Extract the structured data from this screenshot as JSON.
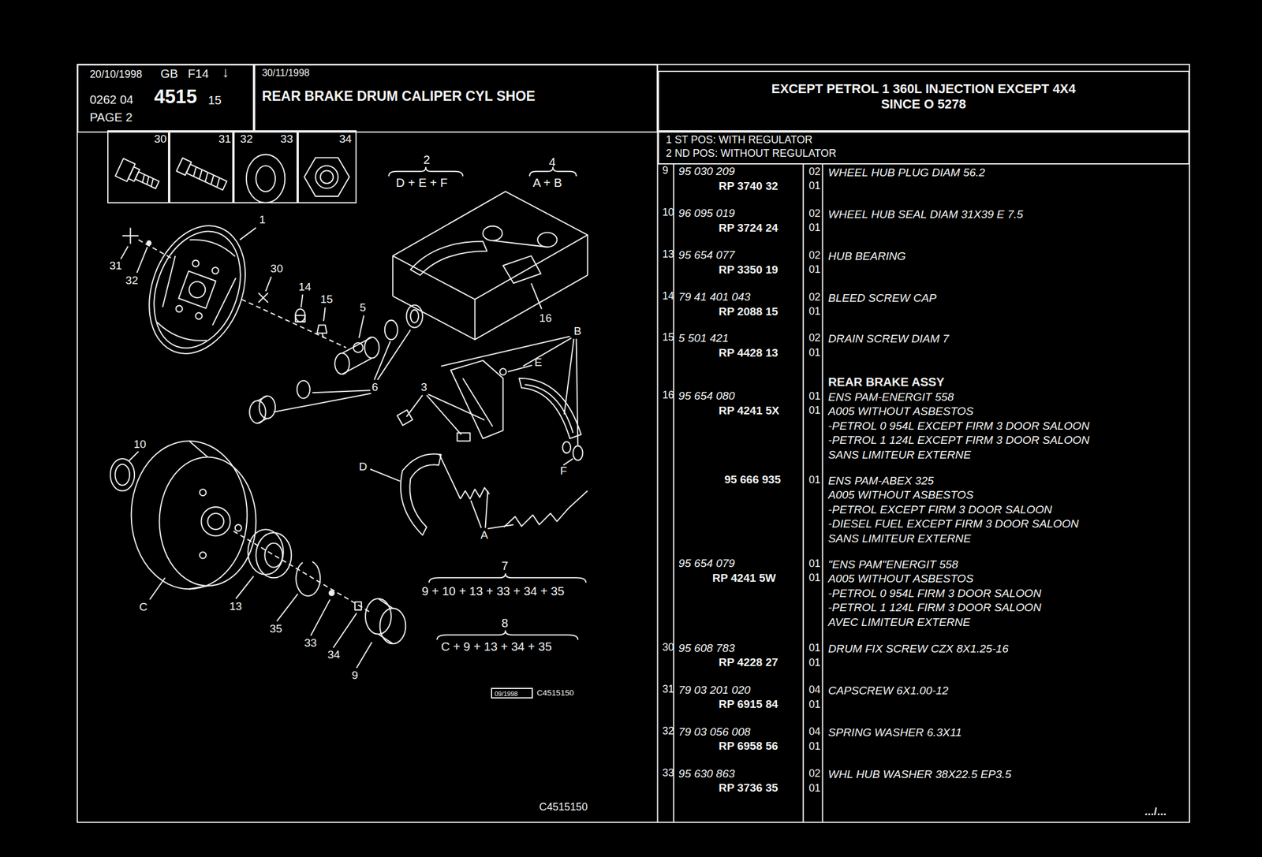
{
  "diagram": {
    "title": "REAR BRAKE DRUM CALIPER CYL SHOE",
    "nodes": [
      {
        "text": [
          "20/10/1998",
          "GB",
          "F14",
          "↓",
          "0262 04",
          "4515",
          "15",
          "PAGE 2"
        ]
      },
      {
        "text": [
          "30/11/1998"
        ]
      },
      {
        "text": [
          "EXCEPT PETROL 1 360L INJECTION EXCEPT 4X4",
          "SINCE O 5278"
        ]
      },
      {
        "text": [
          "1 ST POS: WITH REGULATOR",
          "2 ND POS: WITHOUT REGULATOR"
        ]
      },
      {
        "text": [
          "30"
        ]
      },
      {
        "text": [
          "31"
        ]
      },
      {
        "text": [
          "32",
          "33"
        ]
      },
      {
        "text": [
          "34"
        ]
      },
      {
        "text": [
          "09/1998"
        ]
      }
    ],
    "labels": [
      "1",
      "31",
      "32",
      "30",
      "14",
      "15",
      "5",
      "16",
      "B",
      "E",
      "6",
      "3",
      "D",
      "F",
      "A",
      "10",
      "C",
      "13",
      "35",
      "33",
      "34",
      "9",
      "2",
      "D + E + F",
      "4",
      "A + B",
      "7",
      "9 + 10 + 13 + 33 + 34 + 35",
      "8",
      "C + 9 + 13 + 34 + 35",
      "C4515150",
      "C4515150",
      "9",
      "95 030 209",
      "02",
      "WHEEL HUB PLUG DIAM 56.2",
      "RP 3740 32",
      "01",
      "10",
      "96 095 019",
      "02",
      "WHEEL HUB SEAL DIAM 31X39 E 7.5",
      "RP 3724 24",
      "01",
      "13",
      "95 654 077",
      "02",
      "HUB BEARING",
      "RP 3350 19",
      "01",
      "14",
      "79 41 401 043",
      "02",
      "BLEED SCREW CAP",
      "RP 2088 15",
      "01",
      "15",
      "5 501 421",
      "02",
      "DRAIN SCREW DIAM 7",
      "RP 4428 13",
      "01",
      "REAR BRAKE ASSY",
      "16",
      "95 654 080",
      "01",
      "ENS PAM-ENERGIT 558",
      "RP 4241 5X",
      "01",
      "A005 WITHOUT ASBESTOS",
      "-PETROL 0 954L EXCEPT FIRM 3 DOOR SALOON",
      "-PETROL 1 124L EXCEPT FIRM 3 DOOR SALOON",
      "SANS LIMITEUR EXTERNE",
      "95 666 935",
      "01",
      "ENS PAM-ABEX 325",
      "A005 WITHOUT ASBESTOS",
      "-PETROL EXCEPT FIRM 3 DOOR SALOON",
      "-DIESEL FUEL EXCEPT FIRM 3 DOOR SALOON",
      "SANS LIMITEUR EXTERNE",
      "95 654 079",
      "01",
      "\"ENS PAM\"ENERGIT 558",
      "RP 4241 5W",
      "01",
      "A005 WITHOUT ASBESTOS",
      "-PETROL 0 954L FIRM 3 DOOR SALOON",
      "-PETROL 1 124L FIRM 3 DOOR SALOON",
      "AVEC LIMITEUR EXTERNE",
      "30",
      "95 608 783",
      "01",
      "DRUM FIX SCREW CZX 8X1.25-16",
      "RP 4228 27",
      "01",
      "31",
      "79 03 201 020",
      "04",
      "CAPSCREW 6X1.00-12",
      "RP 6915 84",
      "01",
      "32",
      "79 03 056 008",
      "04",
      "SPRING WASHER 6.3X11",
      "RP 6958 56",
      "01",
      "33",
      "95 630 863",
      "02",
      "WHL HUB WASHER 38X22.5 EP3.5",
      "RP 3736 35",
      "01",
      ".../..."
    ]
  }
}
